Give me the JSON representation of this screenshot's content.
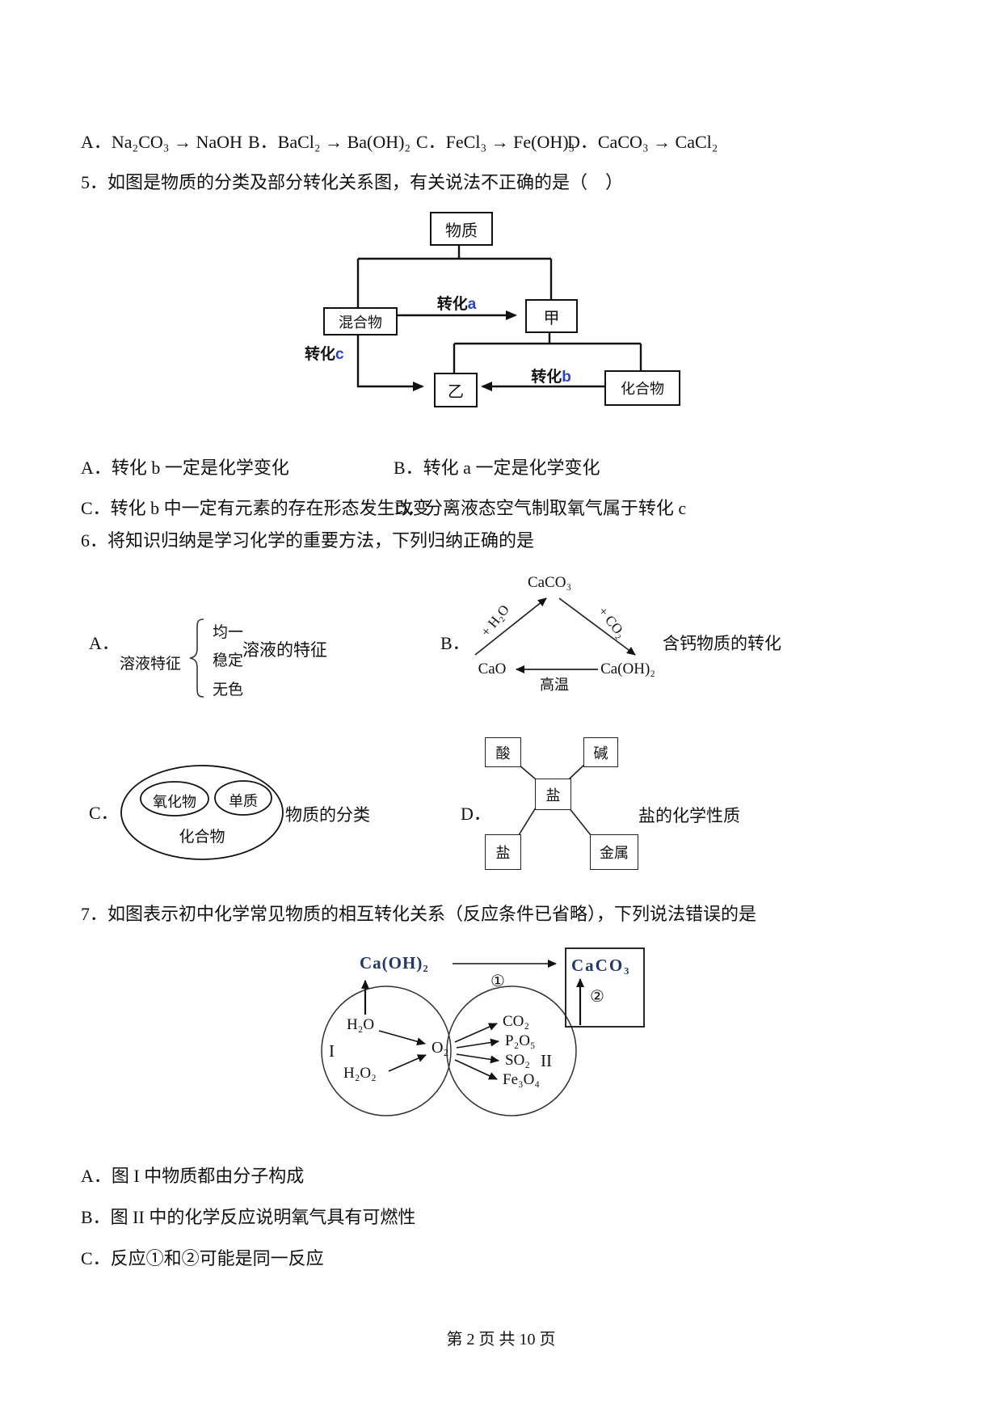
{
  "prev_question": {
    "options": [
      "A．Na₂CO₃ → NaOH",
      "B．BaCl₂ → Ba(OH)₂",
      "C．FeCl₃ → Fe(OH)₃",
      "D．CaCO₃ → CaCl₂"
    ]
  },
  "q5": {
    "stem": "5．如图是物质的分类及部分转化关系图，有关说法不正确的是（　）",
    "diagram": {
      "substance": "物质",
      "mixture": "混合物",
      "jia": "甲",
      "yi": "乙",
      "compound": "化合物",
      "conv_prefix": "转化",
      "a": "a",
      "b": "b",
      "c": "c"
    },
    "optionA": "A．转化 b 一定是化学变化",
    "optionB": "B．转化 a 一定是化学变化",
    "optionC": "C．转化 b 中一定有元素的存在形态发生改变",
    "optionD": "D．分离液态空气制取氧气属于转化 c"
  },
  "q6": {
    "stem": "6．将知识归纳是学习化学的重要方法，下列归纳正确的是",
    "a": {
      "label": "A．",
      "root": "溶液特征",
      "items": [
        "均一",
        "稳定",
        "无色"
      ],
      "caption": "溶液的特征"
    },
    "b": {
      "label": "B．",
      "top": "CaCO₃",
      "left": "CaO",
      "right": "Ca(OH)₂",
      "left_edge": "+ H₂O",
      "right_edge": "+ CO₂",
      "bottom_edge": "高温",
      "caption": "含钙物质的转化"
    },
    "c": {
      "label": "C．",
      "oxide": "氧化物",
      "element": "单质",
      "compound": "化合物",
      "caption": "物质的分类"
    },
    "d": {
      "label": "D．",
      "acid": "酸",
      "base": "碱",
      "salt_center": "盐",
      "salt": "盐",
      "metal": "金属",
      "caption": "盐的化学性质"
    }
  },
  "q7": {
    "stem": "7．如图表示初中化学常见物质的相互转化关系（反应条件已省略），下列说法错误的是",
    "diagram": {
      "caoh2": "Ca(OH)₂",
      "caco3": "CaCO₃",
      "r1": "①",
      "r2": "②",
      "h2o": "H₂O",
      "h2o2": "H₂O₂",
      "o2": "O₂",
      "co2": "CO₂",
      "p2o5": "P₂O₅",
      "so2": "SO₂",
      "fe3o4": "Fe₃O₄",
      "zone1": "I",
      "zone2": "II"
    },
    "optionA": "A．图 I 中物质都由分子构成",
    "optionB": "B．图 II 中的化学反应说明氧气具有可燃性",
    "optionC": "C．反应①和②可能是同一反应"
  },
  "footer": "第 2 页 共 10 页"
}
